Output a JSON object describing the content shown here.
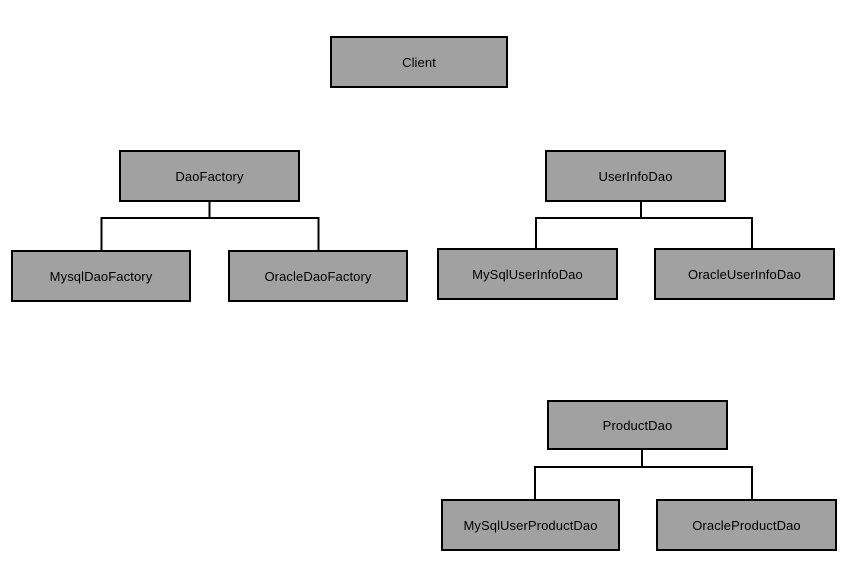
{
  "diagram": {
    "type": "class-hierarchy",
    "colors": {
      "background": "#ffffff",
      "node_fill": "#a1a1a1",
      "node_border": "#000000",
      "edge_color": "#000000"
    },
    "nodes": {
      "client": {
        "label": "Client"
      },
      "dao_factory": {
        "label": "DaoFactory"
      },
      "mysql_dao_factory": {
        "label": "MysqlDaoFactory"
      },
      "oracle_dao_factory": {
        "label": "OracleDaoFactory"
      },
      "user_info_dao": {
        "label": "UserInfoDao"
      },
      "mysql_user_info_dao": {
        "label": "MySqlUserInfoDao"
      },
      "oracle_user_info_dao": {
        "label": "OracleUserInfoDao"
      },
      "product_dao": {
        "label": "ProductDao"
      },
      "mysql_user_product_dao": {
        "label": "MySqlUserProductDao"
      },
      "oracle_product_dao": {
        "label": "OracleProductDao"
      }
    },
    "edges": [
      {
        "from": "dao_factory",
        "to": "mysql_dao_factory"
      },
      {
        "from": "dao_factory",
        "to": "oracle_dao_factory"
      },
      {
        "from": "user_info_dao",
        "to": "mysql_user_info_dao"
      },
      {
        "from": "user_info_dao",
        "to": "oracle_user_info_dao"
      },
      {
        "from": "product_dao",
        "to": "mysql_user_product_dao"
      },
      {
        "from": "product_dao",
        "to": "oracle_product_dao"
      }
    ]
  }
}
